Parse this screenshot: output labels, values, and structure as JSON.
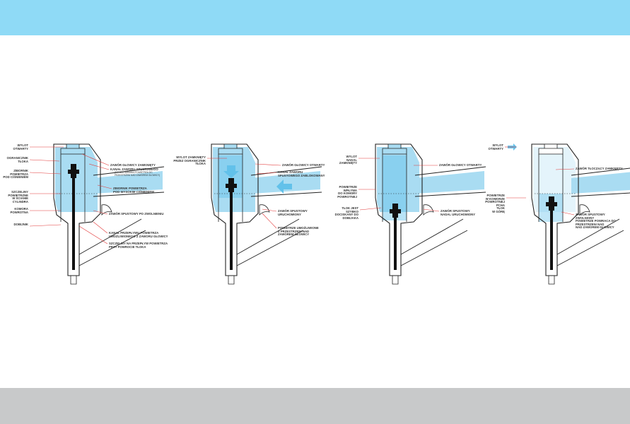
{
  "colors": {
    "top_band": "#8fdaf6",
    "bottom_band": "#c8c9ca",
    "outline": "#222222",
    "air": "#a9dcf2",
    "air_deep": "#62c1ea",
    "leader": "#e23a3a",
    "piston": "#111111"
  },
  "panel1": {
    "labels": [
      "WYLOT\nOTWARTY",
      "OGRANICZNIK\nTŁOKA",
      "ZBIORNIK\nPOWIETRZA\nPOD CIŚNIENIEM",
      "SZCZELINY\nPOWIETRZNE\nW ŚCIANIE\nCYLINDRA",
      "KOMORA\nPOWROTNA",
      "DOBIJNIK",
      "ZAWÓR GŁOWICY ZAMKNIĘTY",
      "KANAŁ ZAWORU SPUSTOWEGO",
      "(DO UZDTAWIANIA POWIETRZA DO\nPRZESTRZENI NAD ZAWOREM GŁOWICY)",
      "ZBIORNIK POWIETRZA\nPOD WYSOKIM CIŚNIENIEM",
      "ZAWÓR SPUSTOWY PO ZWOLNIENIU",
      "KANAŁ PRZEPŁYWU POWIETRZA\nUMOŻLIWIONEGO Z ZAWORU GŁOWICY",
      "SZCZELINY NA PRZEPŁYW POWIETRZA\nPRZY POWROCIE TŁOKA"
    ]
  },
  "panel2": {
    "labels": [
      "WYLOT ZAMKNIĘTY\nPRZEZ OGRANICZNIK\nTŁOKA",
      "ZAWÓR GŁOWICY OTWARTY",
      "KANAŁ ZAWORU\nSPUSTOWEGO ZABLOKOWANY",
      "ZAWÓR SPUSTOWY\nURUCHOMIONY",
      "POWIETRZE UMOŻLIWIONE\nZ PRZESTRZENI NAD\nZAWOREM GŁOWICY"
    ]
  },
  "panel3": {
    "labels": [
      "WYLOT\nNADAL\nZAMKNIĘTY",
      "ZAWÓR GŁOWICY OTWARTY",
      "POWIETRZE\nWPŁYWA\nDO KOMORY\nPOWROTNEJ",
      "TŁOK JEST\nSZYBKO\nDOCISKANY DO\nDOBIJAKA",
      "ZAWÓR SPUSTOWY\nNADAL URUCHOMIONY"
    ]
  },
  "panel4": {
    "labels": [
      "WYLOT\nOTWARTY",
      "ZAWÓR TŁOCZĄCY ZAMKNIĘTY",
      "POWIETRZE\nW KOMORZE\nPOWROTNEJ\nPCHA\nTŁOK\nW GÓRĘ",
      "ZAWÓR SPUSTOWY\nZWOLNIONY\nPOWIETRZE POWRACA DO\nPRZESTRZENI NAD\nNAD ZAWOREM GŁOWICY"
    ]
  }
}
